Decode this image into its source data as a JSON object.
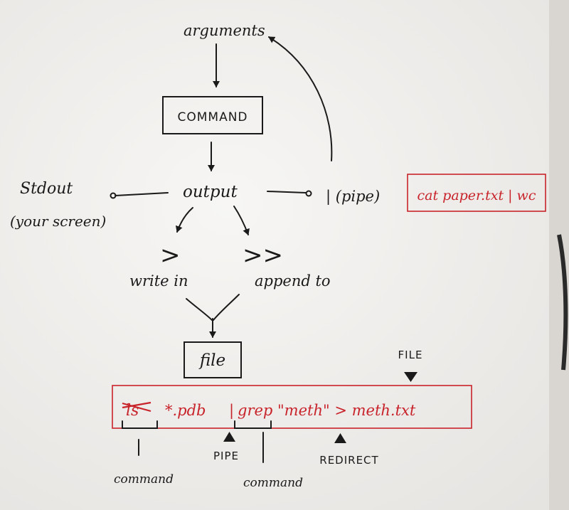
{
  "nodes": {
    "arguments": "arguments",
    "command": "COMMAND",
    "output": "output",
    "stdout": "Stdout",
    "stdout_note": "(your screen)",
    "pipe": "| (pipe)",
    "write_symbol": ">",
    "append_symbol": ">>",
    "write_label": "write in",
    "append_label": "append to",
    "file": "file"
  },
  "examples": {
    "pipe_example": "cat paper.txt | wc",
    "redirect_example": {
      "struck": "ls",
      "part1": "*.pdb",
      "sep": "|",
      "part2": "grep \"meth\" > meth.txt"
    }
  },
  "annotations": {
    "file": "FILE",
    "pipe": "PIPE",
    "redirect": "REDIRECT",
    "command1": "command",
    "command2": "command"
  },
  "colors": {
    "ink": "#1a1a1a",
    "red": "#c8232a",
    "paper": "#f4f3f1"
  }
}
